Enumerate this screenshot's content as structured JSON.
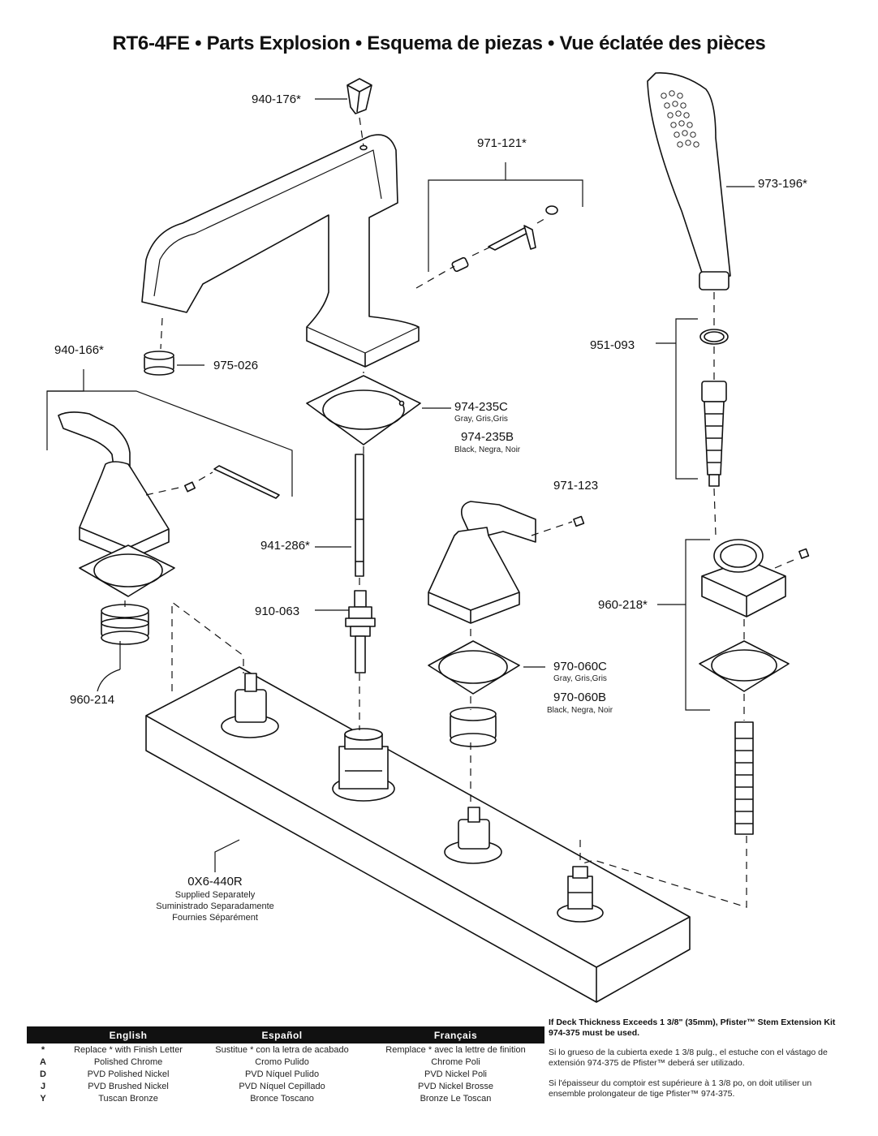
{
  "title": "RT6-4FE  •  Parts Explosion  •  Esquema de piezas  •  Vue éclatée des pièces",
  "parts": {
    "p940_176": "940-176*",
    "p971_121": "971-121*",
    "p973_196": "973-196*",
    "p940_166": "940-166*",
    "p975_026": "975-026",
    "p974_235c": "974-235C",
    "p974_235c_sub": "Gray, Gris,Gris",
    "p974_235b": "974-235B",
    "p974_235b_sub": "Black, Negra, Noir",
    "p951_093": "951-093",
    "p971_123": "971-123",
    "p941_286": "941-286*",
    "p910_063": "910-063",
    "p960_218": "960-218*",
    "p970_060c": "970-060C",
    "p970_060c_sub": "Gray, Gris,Gris",
    "p970_060b": "970-060B",
    "p970_060b_sub": "Black, Negra, Noir",
    "p960_214": "960-214",
    "p0x6_440r": "0X6-440R",
    "p0x6_440r_sub1": "Supplied Separately",
    "p0x6_440r_sub2": "Suministrado Separadamente",
    "p0x6_440r_sub3": "Fournies Séparément"
  },
  "legend": {
    "headers": [
      "English",
      "Español",
      "Français"
    ],
    "rows": [
      {
        "code": "*",
        "en": "Replace * with Finish Letter",
        "es": "Sustitue * con la letra de acabado",
        "fr": "Remplace * avec la lettre de finition"
      },
      {
        "code": "A",
        "en": "Polished Chrome",
        "es": "Cromo Pulido",
        "fr": "Chrome Poli"
      },
      {
        "code": "D",
        "en": "PVD Polished Nickel",
        "es": "PVD Níquel Pulido",
        "fr": "PVD Nickel Poli"
      },
      {
        "code": "J",
        "en": "PVD Brushed Nickel",
        "es": "PVD Níquel Cepillado",
        "fr": "PVD Nickel Brosse"
      },
      {
        "code": "Y",
        "en": "Tuscan Bronze",
        "es": "Bronce Toscano",
        "fr": "Bronze Le Toscan"
      }
    ]
  },
  "notes": {
    "en": "If Deck Thickness Exceeds 1 3/8\" (35mm), Pfister™ Stem Extension Kit 974-375 must be used.",
    "es": "Si lo grueso de la cubierta exede 1 3/8 pulg., el estuche con el vástago de extensión 974-375 de Pfister™ deberá ser utilizado.",
    "fr": "Si l'épaisseur du comptoir est supérieure à 1 3/8 po, on doit utiliser un ensemble prolongateur de tige Pfister™ 974-375."
  }
}
